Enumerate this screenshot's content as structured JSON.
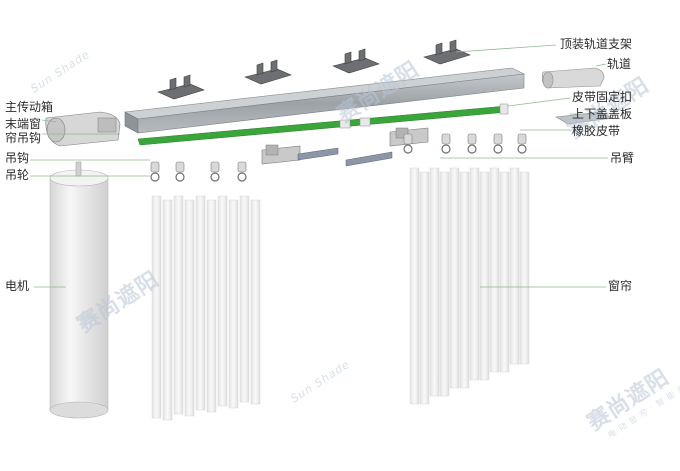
{
  "labels": {
    "top_bracket": "顶装轨道支架",
    "rail": "轨道",
    "belt_clip": "皮带固定扣",
    "cover_plate": "上下盖盖板",
    "rubber_belt": "橡胶皮带",
    "hanging_arm": "吊臂",
    "gearbox_line1": "主传动箱",
    "end_hook_line1": "末端窗",
    "end_hook_line2": "帘吊钩",
    "hook": "吊钩",
    "pulley": "吊轮",
    "motor": "电机",
    "curtain": "窗帘"
  },
  "watermark": {
    "brand": "赛尚遮阳",
    "script": "Sun Shade",
    "tagline": "电 动 窗 帘 · 智 能 遮 阳"
  },
  "colors": {
    "belt": "#3aa53a",
    "rail": "#a9aeb3",
    "motor": "#ececec",
    "curtain": "#f2f2f2",
    "leader": "#8fb88f"
  }
}
